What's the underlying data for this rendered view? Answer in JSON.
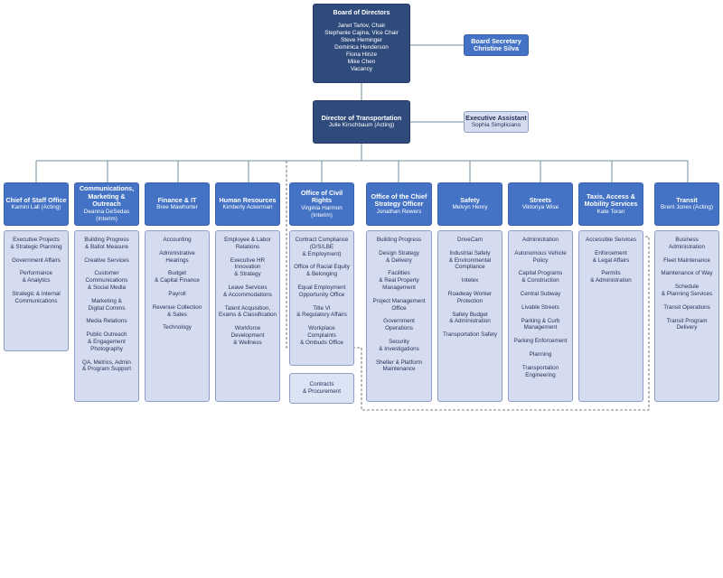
{
  "board": {
    "title": "Board of Directors",
    "members": [
      "Janet Tarlov, Chair",
      "Stephanie Cajina, Vice Chair",
      "Steve Heminger",
      "Dominica Henderson",
      "Fiona Hinze",
      "Mike Chen",
      "Vacancy"
    ]
  },
  "board_secretary": {
    "title": "Board Secretary",
    "name": "Christine Silva"
  },
  "director": {
    "title": "Director of Transportation",
    "name": "Julie Kirschbaum (Acting)"
  },
  "exec_assistant": {
    "title": "Executive Assistant",
    "name": "Sophia Simpliciano"
  },
  "divisions": [
    {
      "title": "Chief of Staff Office",
      "name": "Kamini Lall (Acting)",
      "items": [
        "Executive Projects\n& Strategic Planning",
        "Government Affairs",
        "Performance\n& Analytics",
        "Strategic & Internal\nCommunications"
      ]
    },
    {
      "title": "Communications,\nMarketing &\nOutreach",
      "name": "Deanna DeSedas\n(Interim)",
      "items": [
        "Building Progress\n& Ballot Measure",
        "Creative Services",
        "Customer\nCommunications\n& Social Media",
        "Marketing &\nDigital Comms",
        "Media Relations",
        "Public Outreach\n& Engagement\nPhotography",
        "QA, Metrics, Admin\n& Program Support"
      ]
    },
    {
      "title": "Finance & IT",
      "name": "Bree Mawhorter",
      "items": [
        "Accounting",
        "Administrative\nHearings",
        "Budget\n& Capital Finance",
        "Payroll",
        "Revenue Collection\n& Sales",
        "Technology"
      ]
    },
    {
      "title": "Human Resources",
      "name": "Kimberly Ackerman",
      "items": [
        "Employee & Labor\nRelations",
        "Executive HR\nInnovation\n& Strategy",
        "Leave Services\n& Accommodations",
        "Talent Acquisition,\nExams & Classification",
        "Workforce\nDevelopment\n& Wellness"
      ]
    },
    {
      "title": "Office of Civil Rights",
      "name": "Virginia Harmon\n(Interim)",
      "items": [
        "Contract Compliance\n(D/S/LBE\n& Employment)",
        "Office of Racial Equity\n& Belonging",
        "Equal Employment\nOpportunity Office",
        "Title VI\n& Regulatory Affairs",
        "Workplace\nComplaints\n& Ombuds Office"
      ]
    },
    {
      "title": "Office of the Chief\nStrategy Officer",
      "name": "Jonathan Rewers",
      "items": [
        "Building Progress",
        "Design Strategy\n& Delivery",
        "Facilities\n& Real Property\nManagement",
        "Project Management\nOffice",
        "Government\nOperations",
        "Security\n& Investigations",
        "Shelter & Platform\nMaintenance"
      ]
    },
    {
      "title": "Safety",
      "name": "Melvyn Henry",
      "items": [
        "DriveCam",
        "Industrial Safety\n& Environmental\nCompliance",
        "Intelex",
        "Roadway Worker\nProtection",
        "Safety Budget\n& Administration",
        "Transportation Safety"
      ]
    },
    {
      "title": "Streets",
      "name": "Viktoriya Wise",
      "items": [
        "Administration",
        "Autonomous Vehicle\nPolicy",
        "Capital Programs\n& Construction",
        "Central Subway",
        "Livable Streets",
        "Parking & Curb\nManagement",
        "Parking Enforcement",
        "Planning",
        "Transportation\nEngineering"
      ]
    },
    {
      "title": "Taxis, Access &\nMobility Services",
      "name": "Kate Toran",
      "items": [
        "Accessible Services",
        "Enforcement\n& Legal Affairs",
        "Permits\n& Administration"
      ]
    },
    {
      "title": "Transit",
      "name": "Brent Jones (Acting)",
      "items": [
        "Business\nAdministration",
        "Fleet Maintenance",
        "Maintenance of Way",
        "Schedule\n& Planning Services",
        "Transit Operations",
        "Transit Program\nDelivery"
      ]
    }
  ],
  "contracts": "Contracts\n& Procurement"
}
